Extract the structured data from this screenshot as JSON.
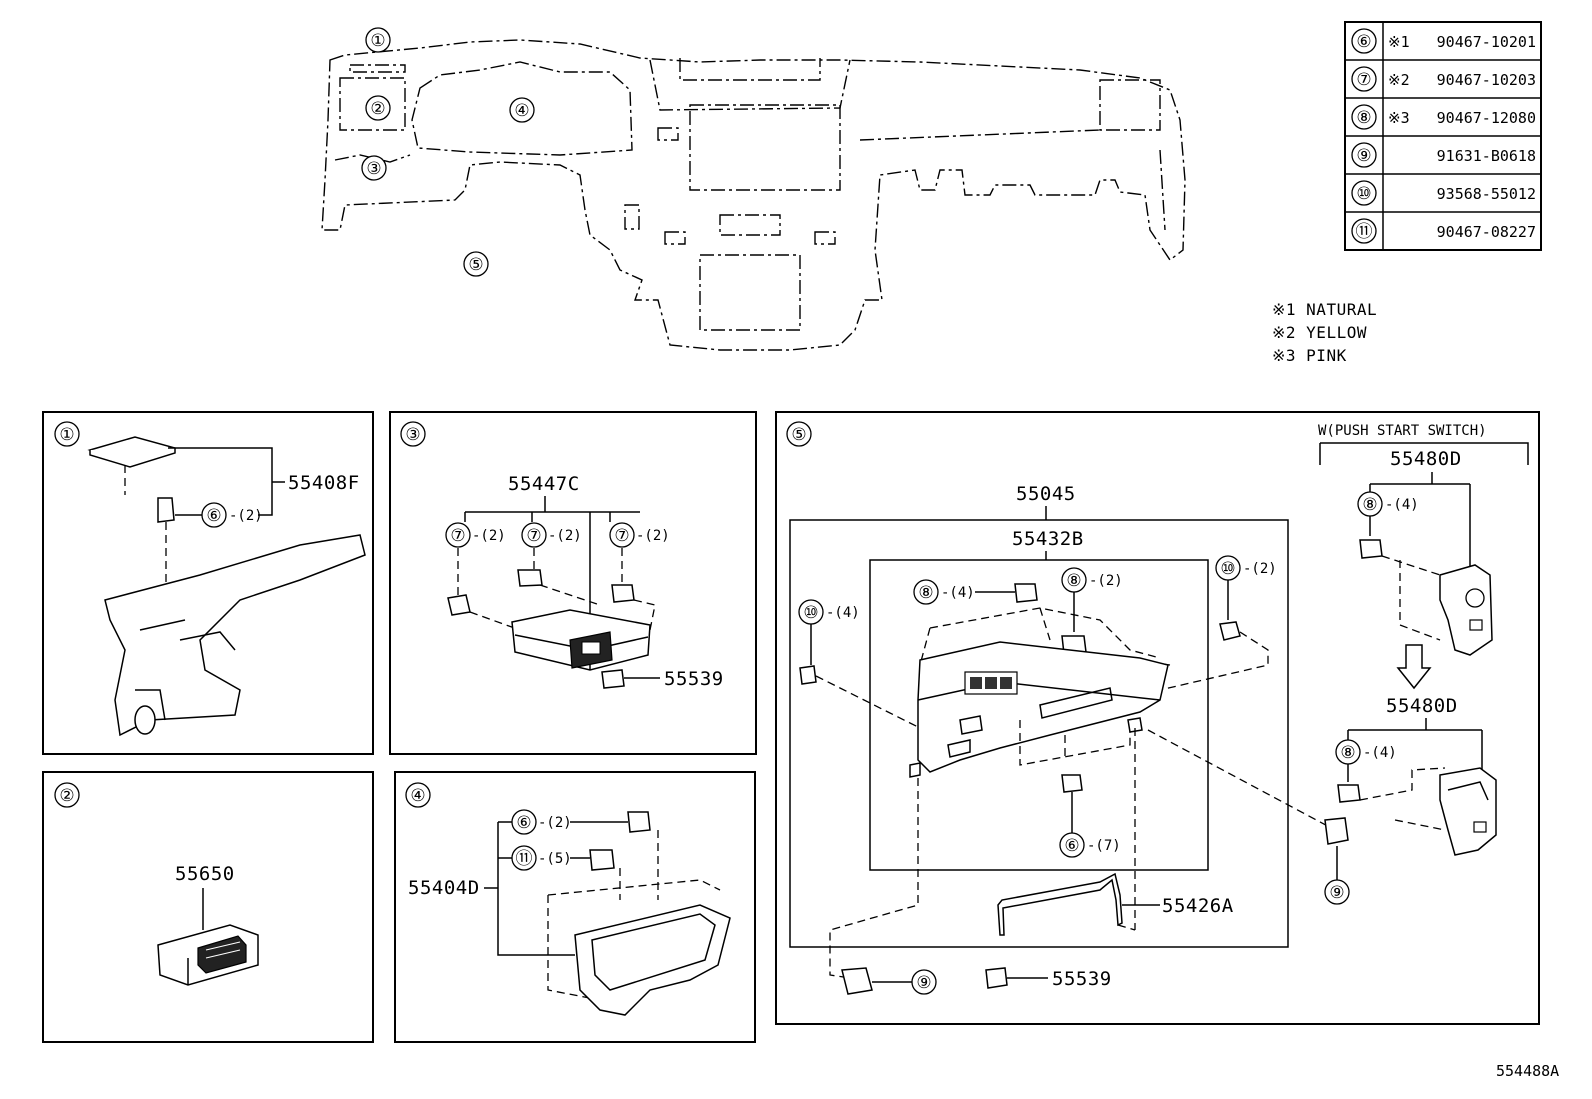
{
  "diagram_id": "554488A",
  "overview": {
    "callouts": [
      "①",
      "②",
      "③",
      "④",
      "⑤"
    ]
  },
  "parts_table": [
    {
      "ref": "⑥",
      "note": "※1",
      "part": "90467-10201"
    },
    {
      "ref": "⑦",
      "note": "※2",
      "part": "90467-10203"
    },
    {
      "ref": "⑧",
      "note": "※3",
      "part": "90467-12080"
    },
    {
      "ref": "⑨",
      "note": "",
      "part": "91631-B0618"
    },
    {
      "ref": "⑩",
      "note": "",
      "part": "93568-55012"
    },
    {
      "ref": "⑪",
      "note": "",
      "part": "90467-08227"
    }
  ],
  "notes": [
    "※1 NATURAL",
    "※2 YELLOW",
    "※3 PINK"
  ],
  "panel1": {
    "id": "①",
    "part": "55408F",
    "clip": "⑥",
    "qty": "-(2)"
  },
  "panel2": {
    "id": "②",
    "part": "55650"
  },
  "panel3": {
    "id": "③",
    "part": "55447C",
    "clip": "⑦",
    "qty": "-(2)",
    "part2": "55539"
  },
  "panel4": {
    "id": "④",
    "part": "55404D",
    "clip_a": "⑥",
    "qty_a": "-(2)",
    "clip_b": "⑪",
    "qty_b": "-(5)"
  },
  "panel5": {
    "id": "⑤",
    "part_outer": "55045",
    "part_inner": "55432B",
    "variant_label": "W(PUSH START SWITCH)",
    "switch_top": "55480D",
    "switch_bottom": "55480D",
    "clip8": "⑧",
    "qty8a": "-(4)",
    "qty8b": "-(2)",
    "qty8c": "-(4)",
    "qty8d": "-(4)",
    "bolt10": "⑩",
    "qty10a": "-(4)",
    "qty10b": "-(2)",
    "clip6": "⑥",
    "qty6": "-(7)",
    "bolt9": "⑨",
    "bracket": "55426A",
    "part_small": "55539"
  }
}
